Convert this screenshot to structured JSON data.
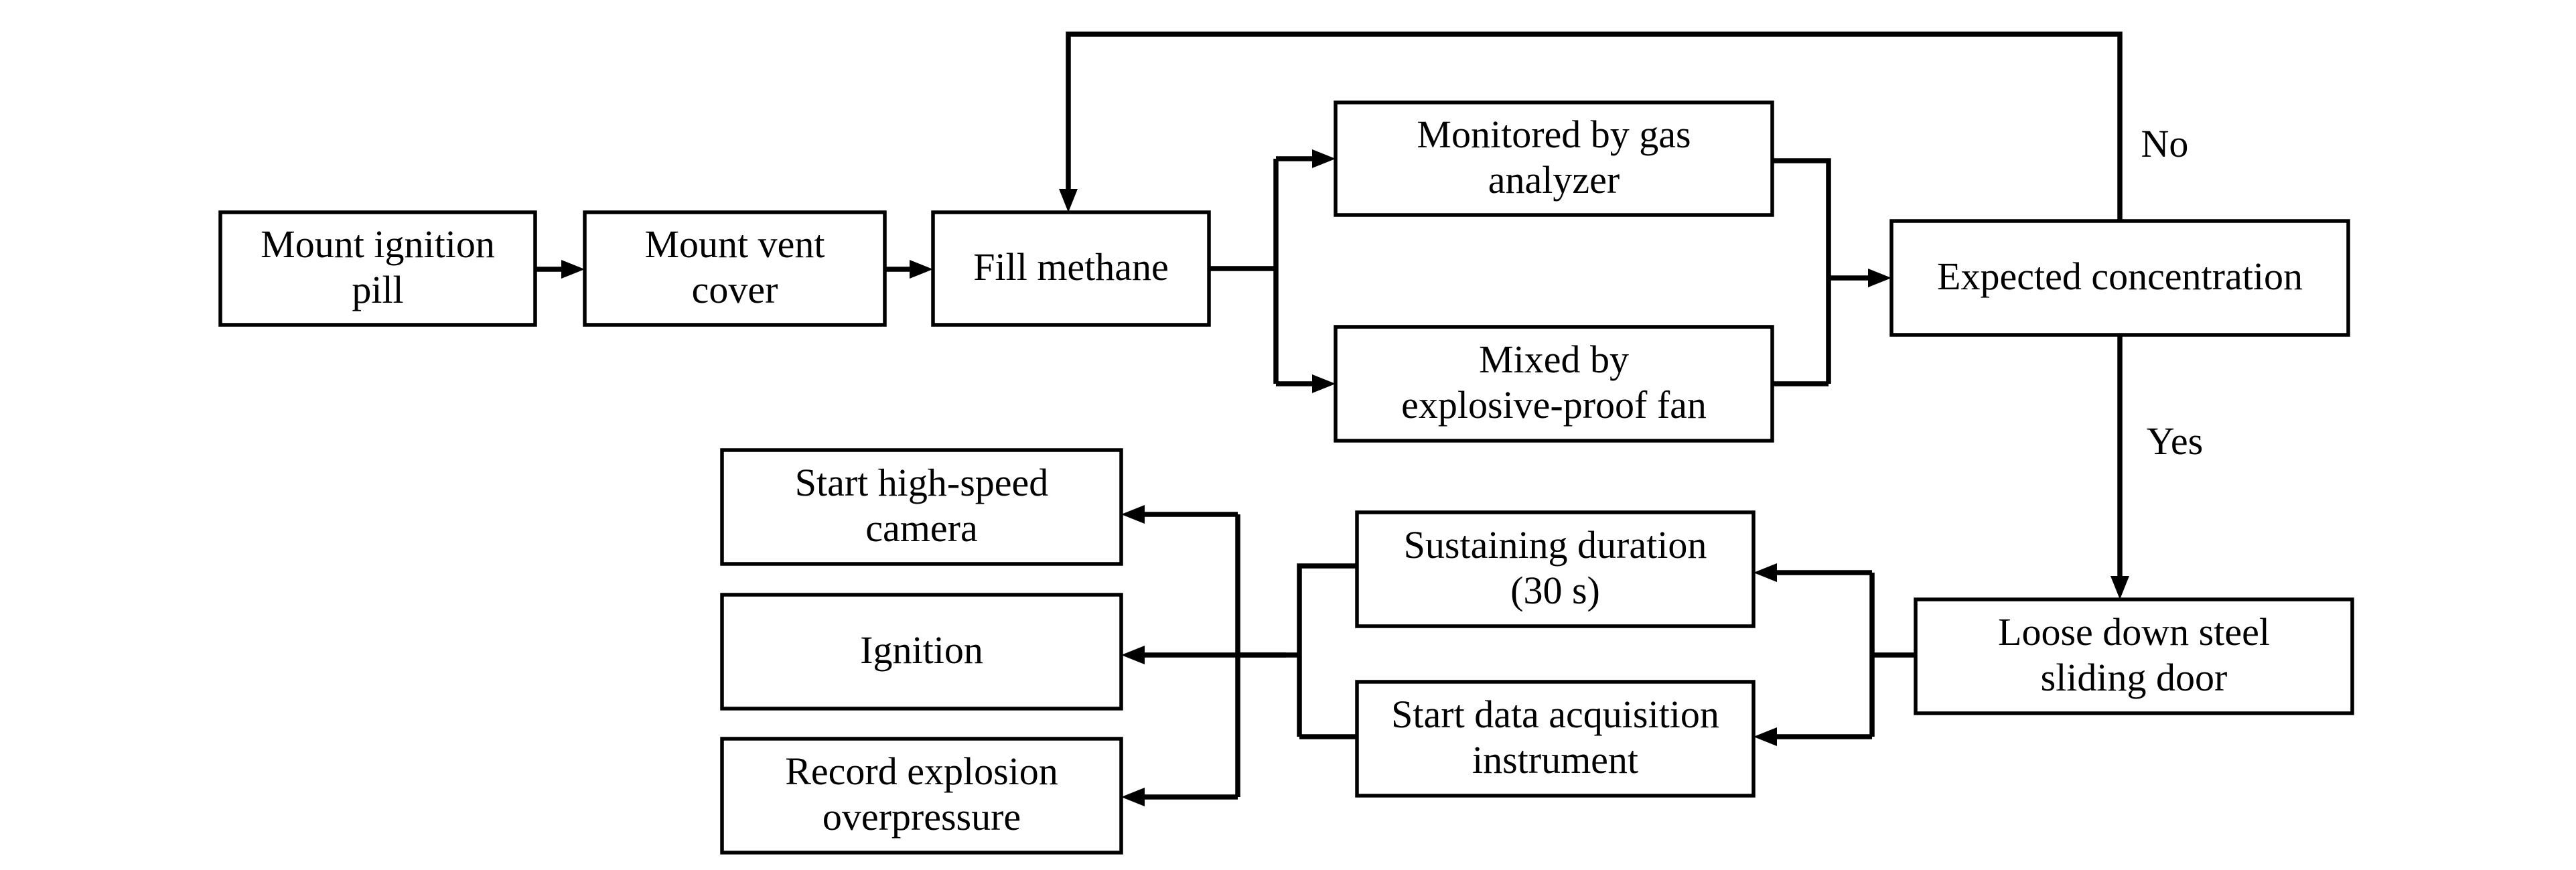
{
  "nodes": {
    "mount_ignition": [
      "Mount ignition",
      "pill"
    ],
    "mount_vent": [
      "Mount vent",
      "cover"
    ],
    "fill_methane": [
      "Fill methane"
    ],
    "gas_analyzer": [
      "Monitored by gas",
      "analyzer"
    ],
    "fan": [
      "Mixed by",
      "explosive-proof fan"
    ],
    "expected": [
      "Expected concentration"
    ],
    "sliding_door": [
      "Loose down steel",
      "sliding door"
    ],
    "sustaining": [
      "Sustaining duration",
      "(30 s)"
    ],
    "data_acq": [
      "Start data acquisition",
      "instrument"
    ],
    "camera": [
      "Start high-speed",
      "camera"
    ],
    "ignition": [
      "Ignition"
    ],
    "overpressure": [
      "Record explosion",
      "overpressure"
    ]
  },
  "labels": {
    "no": "No",
    "yes": "Yes"
  },
  "colors": {
    "line": "#000000",
    "box_fill": "#ffffff"
  }
}
